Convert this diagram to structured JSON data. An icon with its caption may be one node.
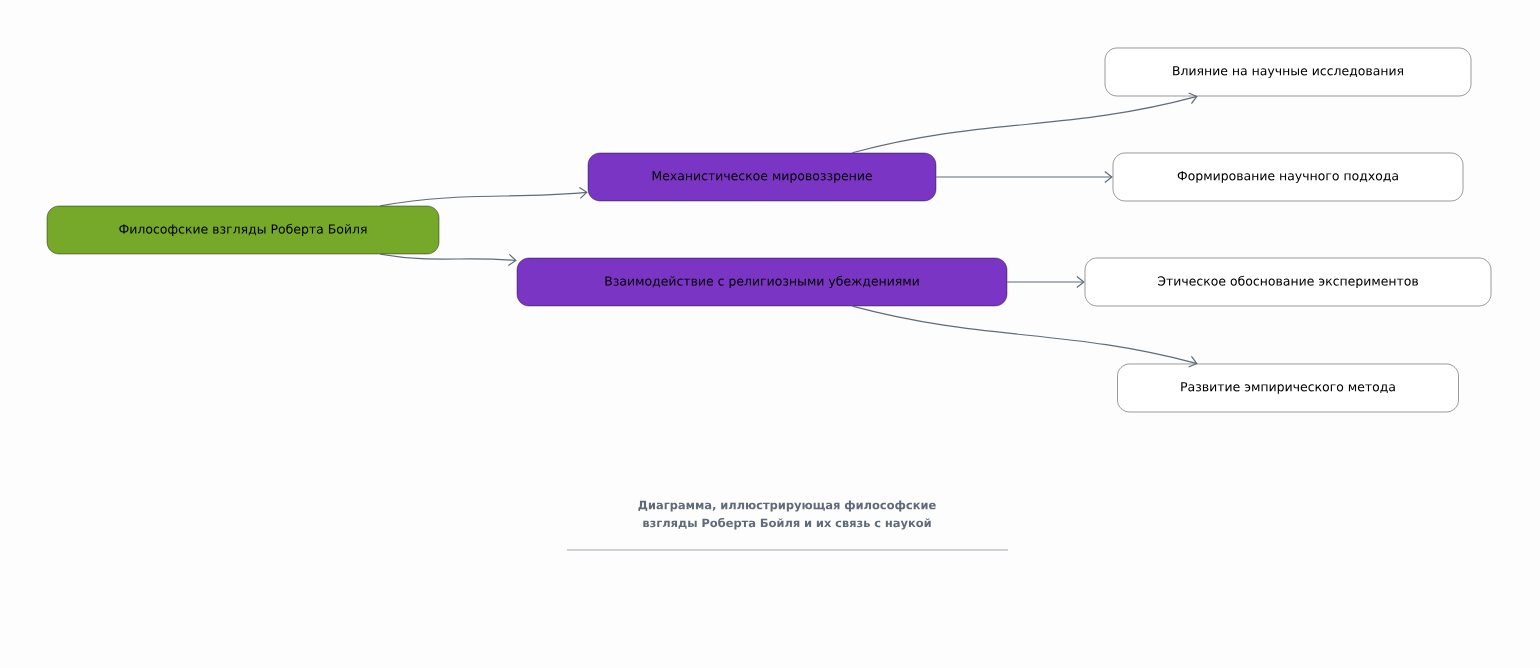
{
  "diagram": {
    "caption": "Диаграмма, иллюстрирующая философские взгляды Роберта Бойля и их связь с наукой",
    "nodes": [
      {
        "text": [
          "Философские взгляды Роберта Бойля"
        ]
      },
      {
        "text": [
          "Механистическое мировоззрение"
        ]
      },
      {
        "text": [
          "Взаимодействие с религиозными убеждениями"
        ]
      },
      {
        "text": [
          "Влияние на научные исследования"
        ]
      },
      {
        "text": [
          "Формирование научного подхода"
        ]
      },
      {
        "text": [
          "Этическое обоснование экспериментов"
        ]
      },
      {
        "text": [
          "Развитие эмпирического метода"
        ]
      }
    ],
    "edges": [
      {
        "from": 0,
        "to": 1,
        "arrow": "to"
      },
      {
        "from": 0,
        "to": 2,
        "arrow": "to"
      },
      {
        "from": 1,
        "to": 3,
        "arrow": "to"
      },
      {
        "from": 1,
        "to": 4,
        "arrow": "to"
      },
      {
        "from": 2,
        "to": 5,
        "arrow": "to"
      },
      {
        "from": 2,
        "to": 6,
        "arrow": "to"
      }
    ]
  }
}
